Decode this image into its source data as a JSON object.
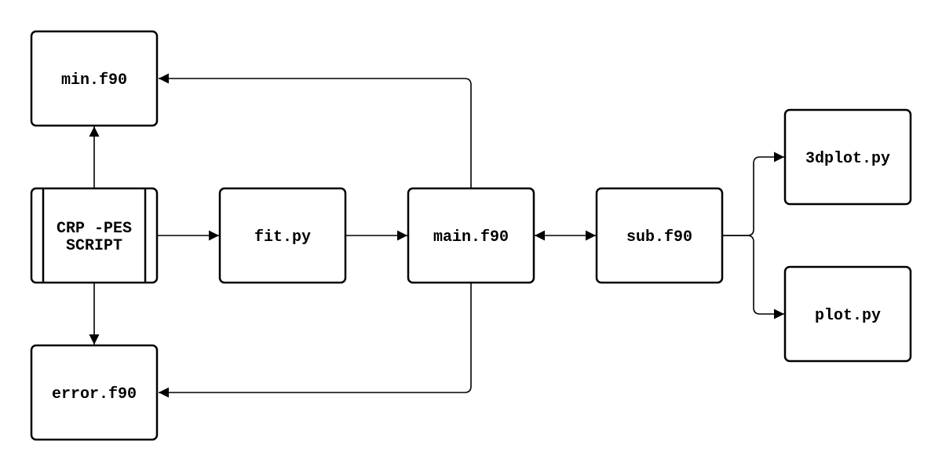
{
  "nodes": {
    "min": {
      "label": "min.f90"
    },
    "crp": {
      "label_line1": "CRP -PES",
      "label_line2": "SCRIPT"
    },
    "error": {
      "label": "error.f90"
    },
    "fit": {
      "label": "fit.py"
    },
    "main": {
      "label": "main.f90"
    },
    "sub": {
      "label": "sub.f90"
    },
    "plot3d": {
      "label": "3dplot.py"
    },
    "plot": {
      "label": "plot.py"
    }
  },
  "colors": {
    "stroke": "#000000",
    "fill": "#ffffff"
  }
}
